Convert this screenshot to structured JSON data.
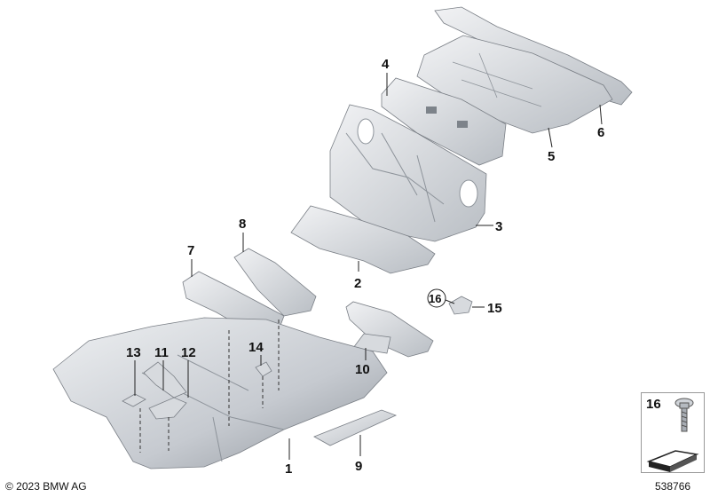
{
  "parts": [
    {
      "id": "p1",
      "label": "1"
    },
    {
      "id": "p2",
      "label": "2"
    },
    {
      "id": "p3",
      "label": "3"
    },
    {
      "id": "p4",
      "label": "4"
    },
    {
      "id": "p5",
      "label": "5"
    },
    {
      "id": "p6",
      "label": "6"
    },
    {
      "id": "p7",
      "label": "7"
    },
    {
      "id": "p8",
      "label": "8"
    },
    {
      "id": "p9",
      "label": "9"
    },
    {
      "id": "p10",
      "label": "10"
    },
    {
      "id": "p11",
      "label": "11"
    },
    {
      "id": "p12",
      "label": "12"
    },
    {
      "id": "p13",
      "label": "13"
    },
    {
      "id": "p14",
      "label": "14"
    },
    {
      "id": "p15",
      "label": "15"
    },
    {
      "id": "p16",
      "label": "16"
    }
  ],
  "legend": {
    "item_label": "16"
  },
  "footer": {
    "copyright": "© 2023 BMW AG",
    "diagram_id": "538766"
  },
  "colors": {
    "sheet_light": "#e6e8eb",
    "sheet_mid": "#c9cdd2",
    "sheet_dark": "#9aa0a7",
    "line": "#222222"
  }
}
